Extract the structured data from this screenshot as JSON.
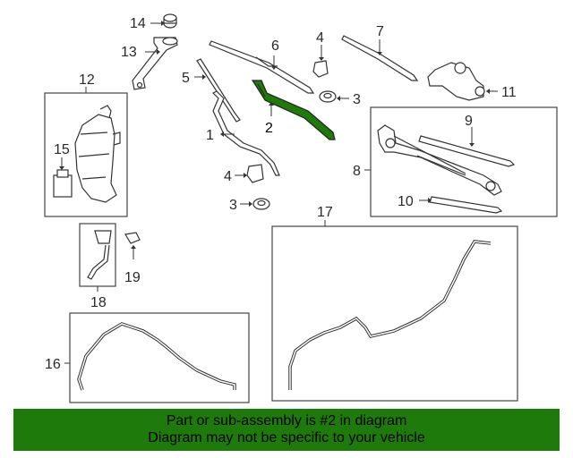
{
  "callouts": {
    "c1": "1",
    "c2": "2",
    "c3a": "3",
    "c3b": "3",
    "c4a": "4",
    "c4b": "4",
    "c5": "5",
    "c6": "6",
    "c7": "7",
    "c8": "8",
    "c9": "9",
    "c10": "10",
    "c11": "11",
    "c12": "12",
    "c13": "13",
    "c14": "14",
    "c15": "15",
    "c16": "16",
    "c17": "17",
    "c18": "18",
    "c19": "19"
  },
  "highlight": {
    "part_number": "2",
    "color": "#1e7a0a"
  },
  "banner": {
    "line1": "Part or sub-assembly is #2 in diagram",
    "line2": "Diagram may not be specific to your vehicle"
  }
}
